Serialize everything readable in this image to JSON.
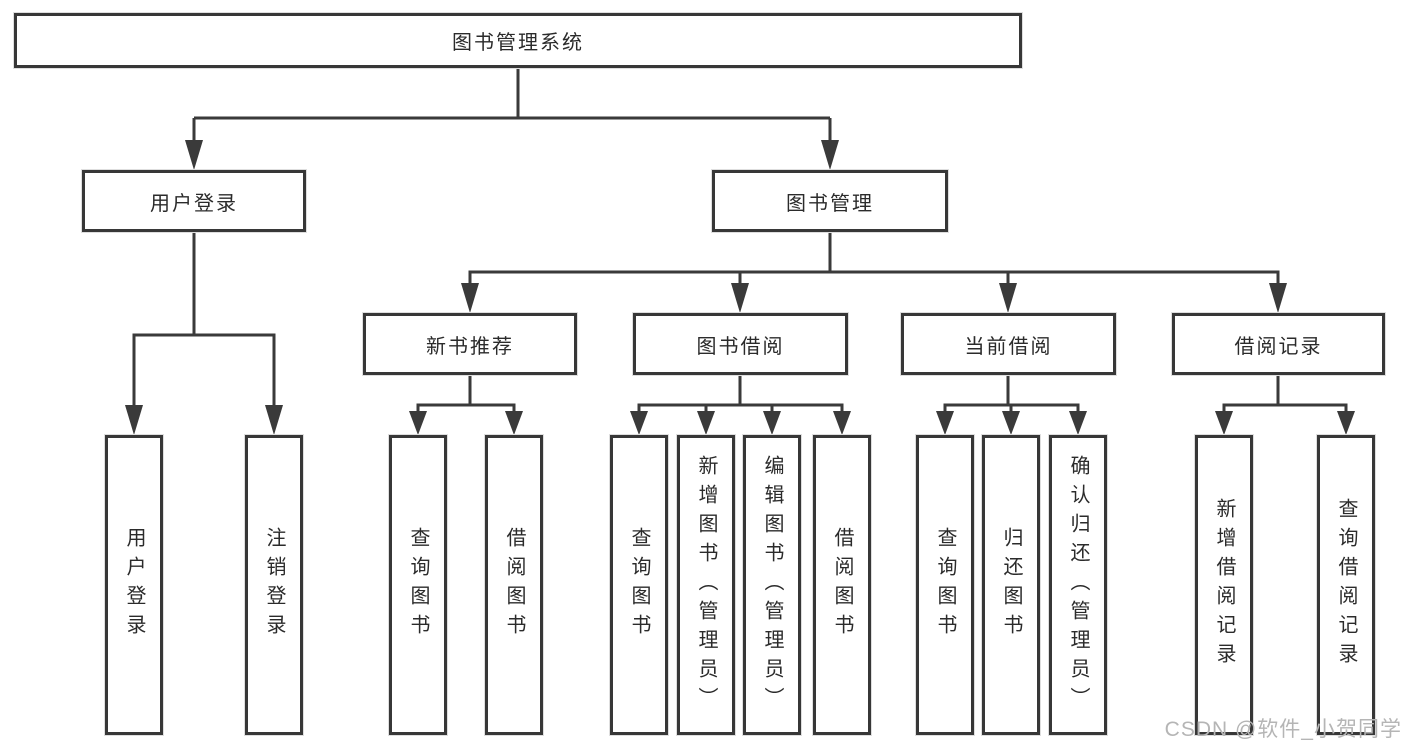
{
  "tree": {
    "root": {
      "label": "图书管理系统",
      "children": [
        {
          "label": "用户登录",
          "children": [
            {
              "label": "用户登录"
            },
            {
              "label": "注销登录"
            }
          ]
        },
        {
          "label": "图书管理",
          "children": [
            {
              "label": "新书推荐",
              "children": [
                {
                  "label": "查询图书"
                },
                {
                  "label": "借阅图书"
                }
              ]
            },
            {
              "label": "图书借阅",
              "children": [
                {
                  "label": "查询图书"
                },
                {
                  "label": "新增图书（管理员）"
                },
                {
                  "label": "编辑图书（管理员）"
                },
                {
                  "label": "借阅图书"
                }
              ]
            },
            {
              "label": "当前借阅",
              "children": [
                {
                  "label": "查询图书"
                },
                {
                  "label": "归还图书"
                },
                {
                  "label": "确认归还（管理员）"
                }
              ]
            },
            {
              "label": "借阅记录",
              "children": [
                {
                  "label": "新增借阅记录"
                },
                {
                  "label": "查询借阅记录"
                }
              ]
            }
          ]
        }
      ]
    }
  },
  "watermark": {
    "text": "CSDN @软件_小贺同学"
  },
  "colors": {
    "line": "#3a3a3a",
    "box_border": "#373737",
    "box_fill": "#ffffff",
    "text": "#2b2b2b",
    "watermark": "#b5b5b5",
    "background": "#ffffff"
  }
}
